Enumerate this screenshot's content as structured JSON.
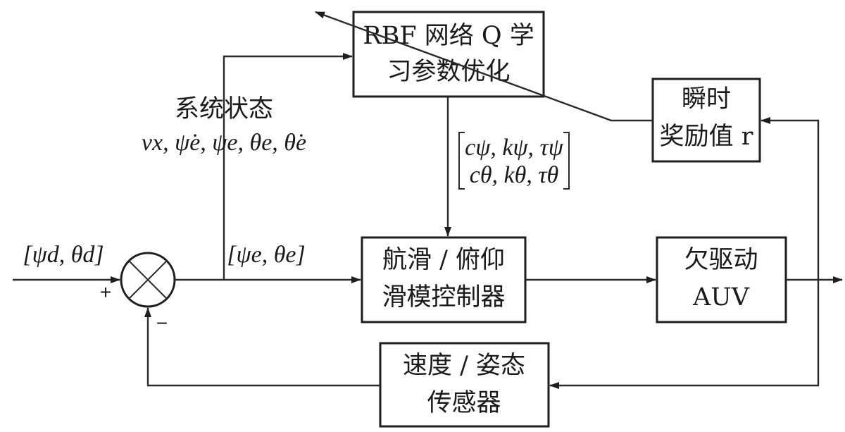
{
  "blocks": {
    "rbf": {
      "line1": "RBF 网络 Q 学",
      "line2": "习参数优化"
    },
    "reward": {
      "line1": "瞬时",
      "line2": "奖励值 r"
    },
    "controller": {
      "line1": "航滑 / 俯仰",
      "line2": "滑模控制器"
    },
    "auv": {
      "line1": "欠驱动",
      "line2": "AUV"
    },
    "sensor": {
      "line1": "速度 / 姿态",
      "line2": "传感器"
    }
  },
  "labels": {
    "system_state": "系统状态",
    "state_vector": "vx, ψ̇e, ψe, θe, θ̇e",
    "desired_input": "[ψd, θd]",
    "error_signal": "[ψe, θe]",
    "params_row1": "cψ, kψ, τψ",
    "params_row2": "cθ, kθ, τθ",
    "plus_sign": "+",
    "minus_sign": "−"
  }
}
